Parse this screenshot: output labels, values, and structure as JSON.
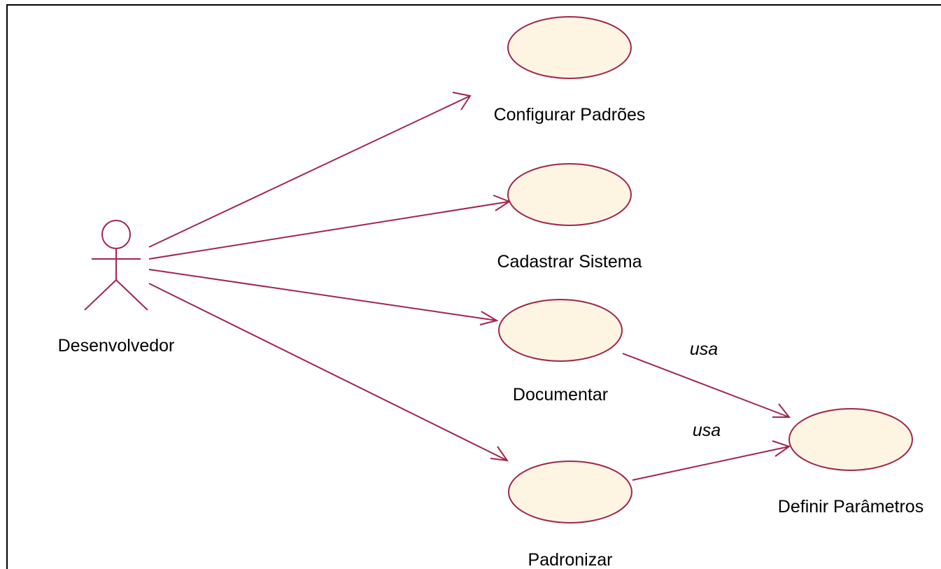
{
  "colors": {
    "stroke": "#a0264a",
    "usecase_fill": "#fdf5e2",
    "frame": "#000000",
    "text": "#000000"
  },
  "actor": {
    "label": "Desenvolvedor"
  },
  "use_cases": {
    "configurar": {
      "label": "Configurar Padrões"
    },
    "cadastrar": {
      "label": "Cadastrar Sistema"
    },
    "documentar": {
      "label": "Documentar"
    },
    "padronizar": {
      "label": "Padronizar"
    },
    "definir": {
      "label": "Definir Parâmetros"
    }
  },
  "relations": {
    "documentar_usa": "usa",
    "padronizar_usa": "usa"
  }
}
